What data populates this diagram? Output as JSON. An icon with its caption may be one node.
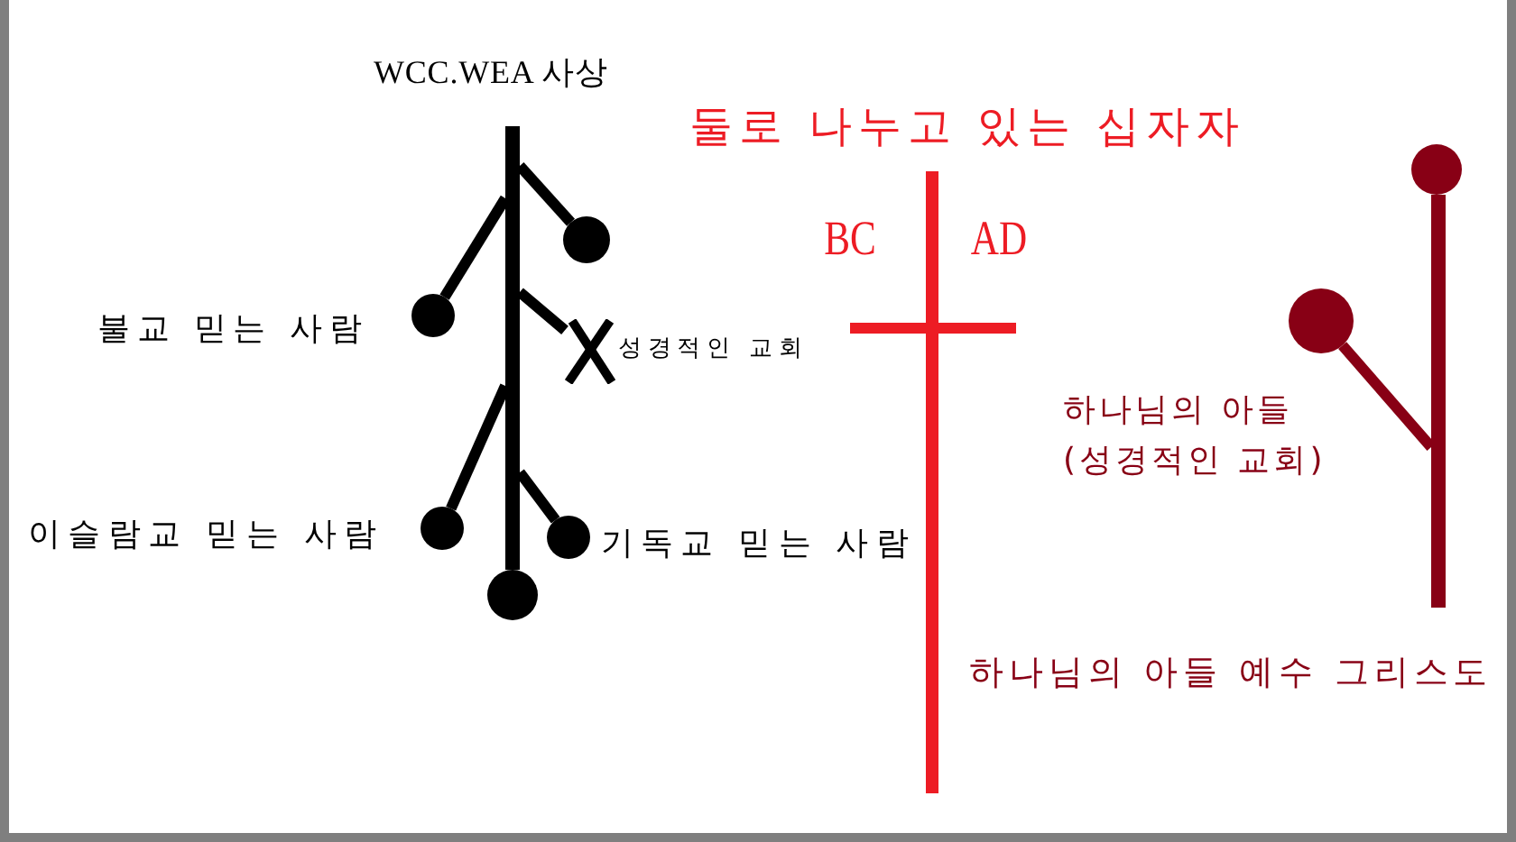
{
  "diagram": {
    "nodes": [
      {
        "text": [],
        "shape": "bar"
      },
      {
        "text": [],
        "shape": "circle"
      },
      {
        "text": [],
        "shape": "circle",
        "beside": [
          "불교 믿는 사람"
        ]
      },
      {
        "text": [],
        "shape": "cross",
        "beside": [
          "성경적인 교회"
        ]
      },
      {
        "text": [],
        "shape": "circle",
        "beside": [
          "이슬람교 믿는 사람"
        ]
      },
      {
        "text": [],
        "shape": "circle",
        "beside": [
          "기독교 믿는 사람"
        ]
      },
      {
        "text": [],
        "shape": "circle"
      },
      {
        "text": [],
        "shape": "circle"
      },
      {
        "text": [],
        "shape": "bar"
      },
      {
        "text": [],
        "shape": "circle",
        "beside": [
          "하나님의 아들 (성경적인 교회)"
        ]
      }
    ],
    "edges": [
      {
        "from": 0,
        "to": 1,
        "arrow": "none"
      },
      {
        "from": 0,
        "to": 2,
        "arrow": "none"
      },
      {
        "from": 0,
        "to": 3,
        "arrow": "none"
      },
      {
        "from": 0,
        "to": 4,
        "arrow": "none"
      },
      {
        "from": 0,
        "to": 5,
        "arrow": "none"
      },
      {
        "from": 8,
        "to": 9,
        "arrow": "none",
        "color": "#880015"
      }
    ],
    "labels": [
      "WCC.WEA 사상",
      "둘로 나누고 있는 십자자",
      "BC",
      "AD",
      "하나님의 아들 예수 그리스도"
    ]
  }
}
